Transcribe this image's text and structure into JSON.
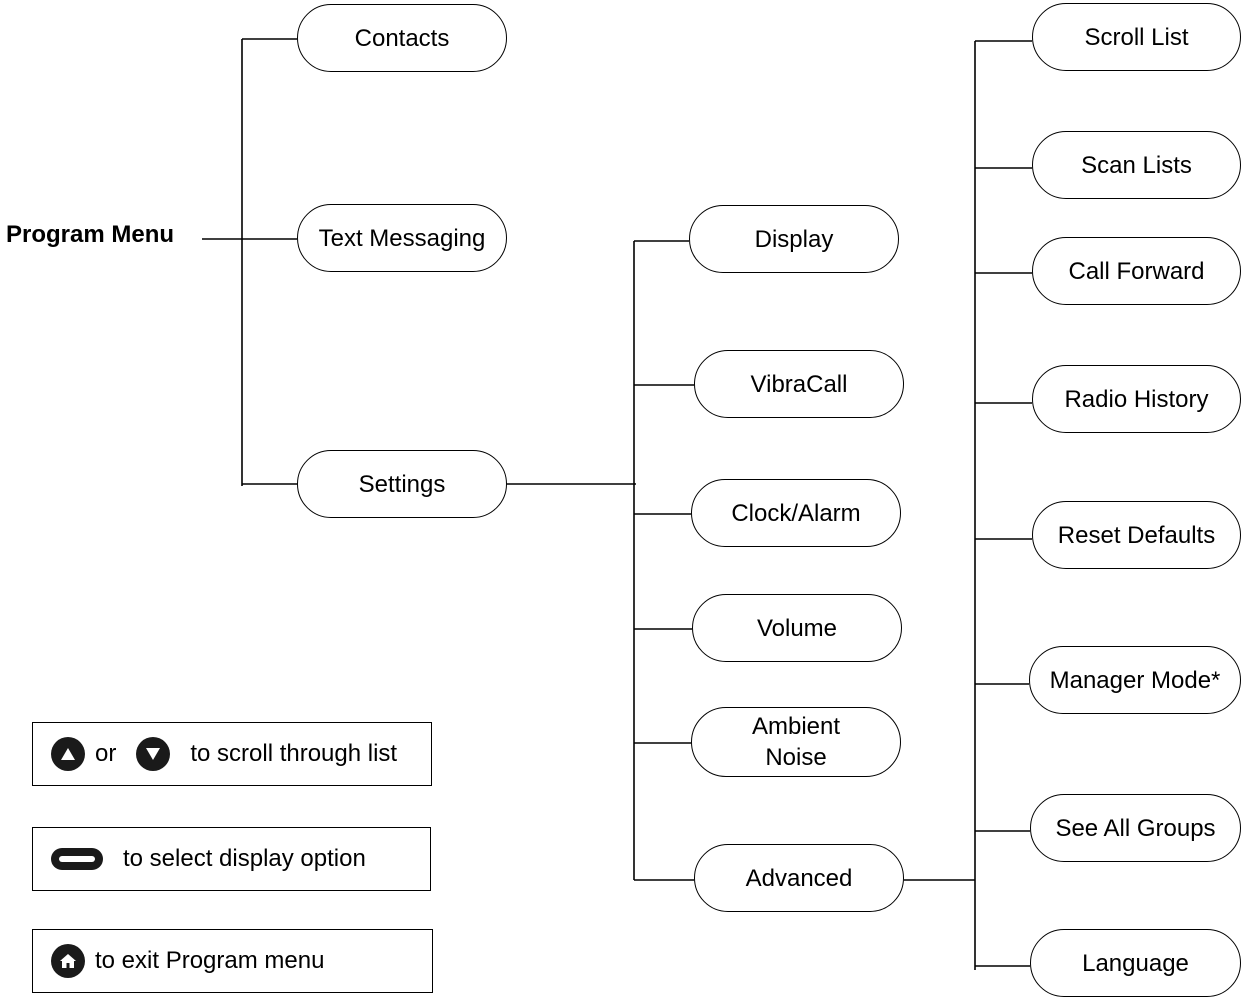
{
  "root_label": "Program Menu",
  "level1": [
    "Contacts",
    "Text Messaging",
    "Settings"
  ],
  "settings_children": [
    "Display",
    "VibraCall",
    "Clock/Alarm",
    "Volume",
    "Ambient\nNoise",
    "Advanced"
  ],
  "advanced_children": [
    "Scroll List",
    "Scan Lists",
    "Call Forward",
    "Radio History",
    "Reset Defaults",
    "Manager Mode*",
    "See All Groups",
    "Language"
  ],
  "legend": {
    "scroll": {
      "or": "or",
      "text": "to scroll through list",
      "icon_up": "up-arrow-key-icon",
      "icon_down": "down-arrow-key-icon"
    },
    "select": {
      "text": "to select display option",
      "icon": "menu-key-icon"
    },
    "exit": {
      "text": "to exit Program menu",
      "icon": "home-key-icon"
    }
  }
}
